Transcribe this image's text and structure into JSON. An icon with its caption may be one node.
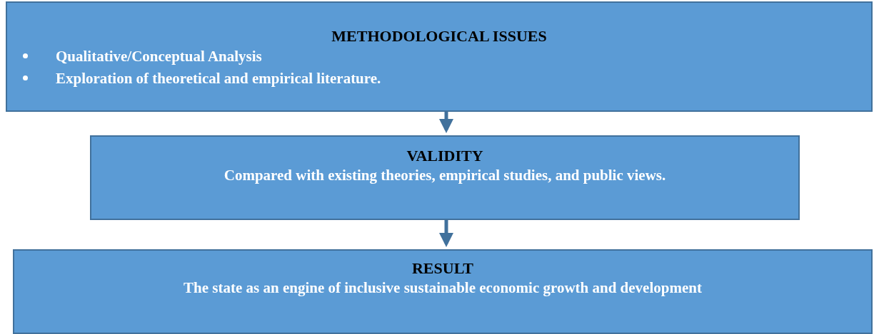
{
  "diagram": {
    "nodes": [
      {
        "text": [
          "METHODOLOGICAL ISSUES",
          "Qualitative/Conceptual Analysis",
          "Exploration of theoretical and empirical literature."
        ]
      },
      {
        "text": [
          "VALIDITY",
          "Compared with existing theories, empirical studies, and public views."
        ]
      },
      {
        "text": [
          "RESULT",
          "The state as an engine of inclusive sustainable economic growth and development"
        ]
      }
    ],
    "edges": [
      {
        "from": 0,
        "to": 1,
        "arrow": "to"
      },
      {
        "from": 1,
        "to": 2,
        "arrow": "to"
      }
    ]
  }
}
